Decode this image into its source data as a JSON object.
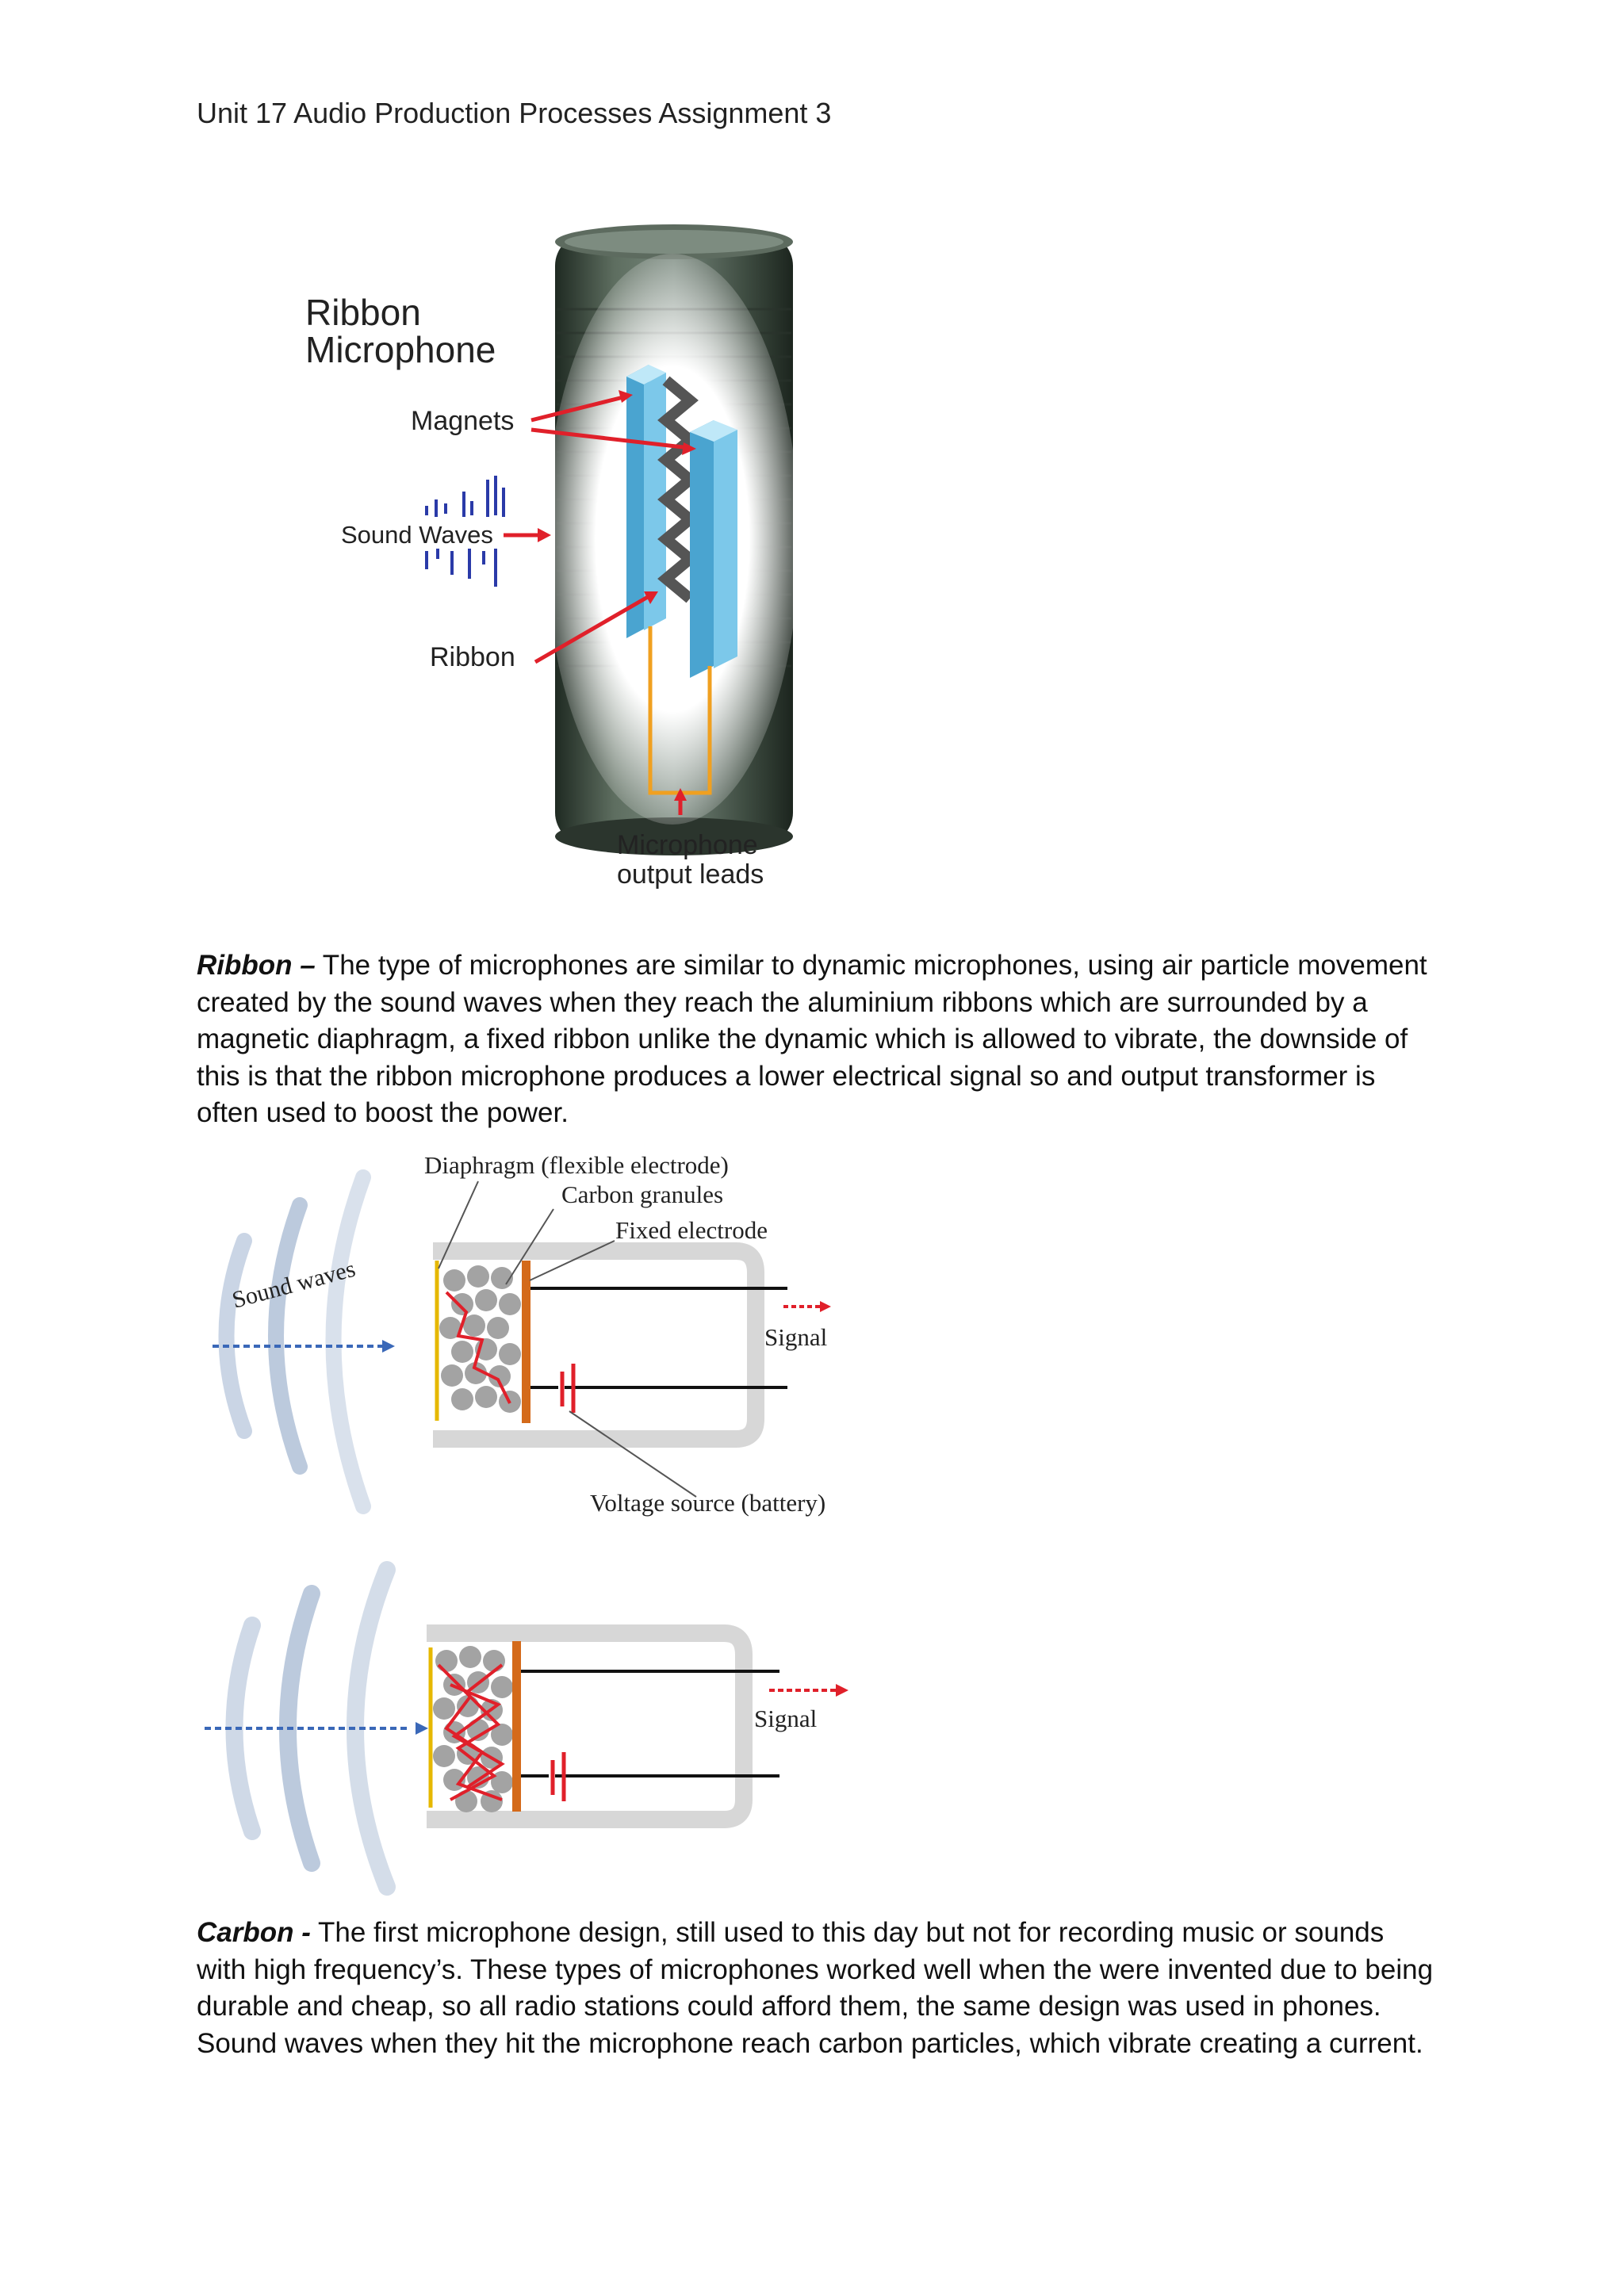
{
  "header": {
    "title": "Unit 17 Audio Production Processes Assignment 3"
  },
  "ribbon_figure": {
    "title_line1": "Ribbon",
    "title_line2": "Microphone",
    "label_magnets": "Magnets",
    "label_sound_waves": "Sound Waves",
    "label_ribbon": "Ribbon",
    "label_output_line1": "Microphone",
    "label_output_line2": "output leads"
  },
  "ribbon_paragraph": {
    "term": "Ribbon –",
    "text": " The type of microphones are similar to dynamic microphones, using air particle movement created by the sound waves when they reach the aluminium ribbons which are surrounded by a magnetic diaphragm, a fixed ribbon unlike the dynamic which is allowed to vibrate, the downside of this is that the ribbon microphone produces a lower electrical signal so and output transformer is often used to boost the power."
  },
  "carbon_figure": {
    "label_diaphragm": "Diaphragm (flexible electrode)",
    "label_granules": "Carbon granules",
    "label_fixed": "Fixed electrode",
    "label_sound_waves": "Sound waves",
    "label_signal_top": "Signal",
    "label_voltage": "Voltage source (battery)",
    "label_signal_bottom": "Signal"
  },
  "carbon_paragraph": {
    "term": "Carbon -",
    "text": " The first microphone design, still used to this day but not for recording music or sounds with high frequency’s. These types of microphones worked well when the were invented due to being durable and cheap, so all radio stations could afford them, the same design was used in phones. Sound waves when they hit the microphone reach carbon particles, which vibrate creating a current."
  },
  "colors": {
    "magnet_blue": "#7cc8ea",
    "arrow_red": "#e0202a",
    "lead_orange": "#f0a020",
    "mic_body": "#3c4a3e",
    "wave_blue": "#9fb3cf",
    "electrode_orange": "#d46a1a"
  }
}
